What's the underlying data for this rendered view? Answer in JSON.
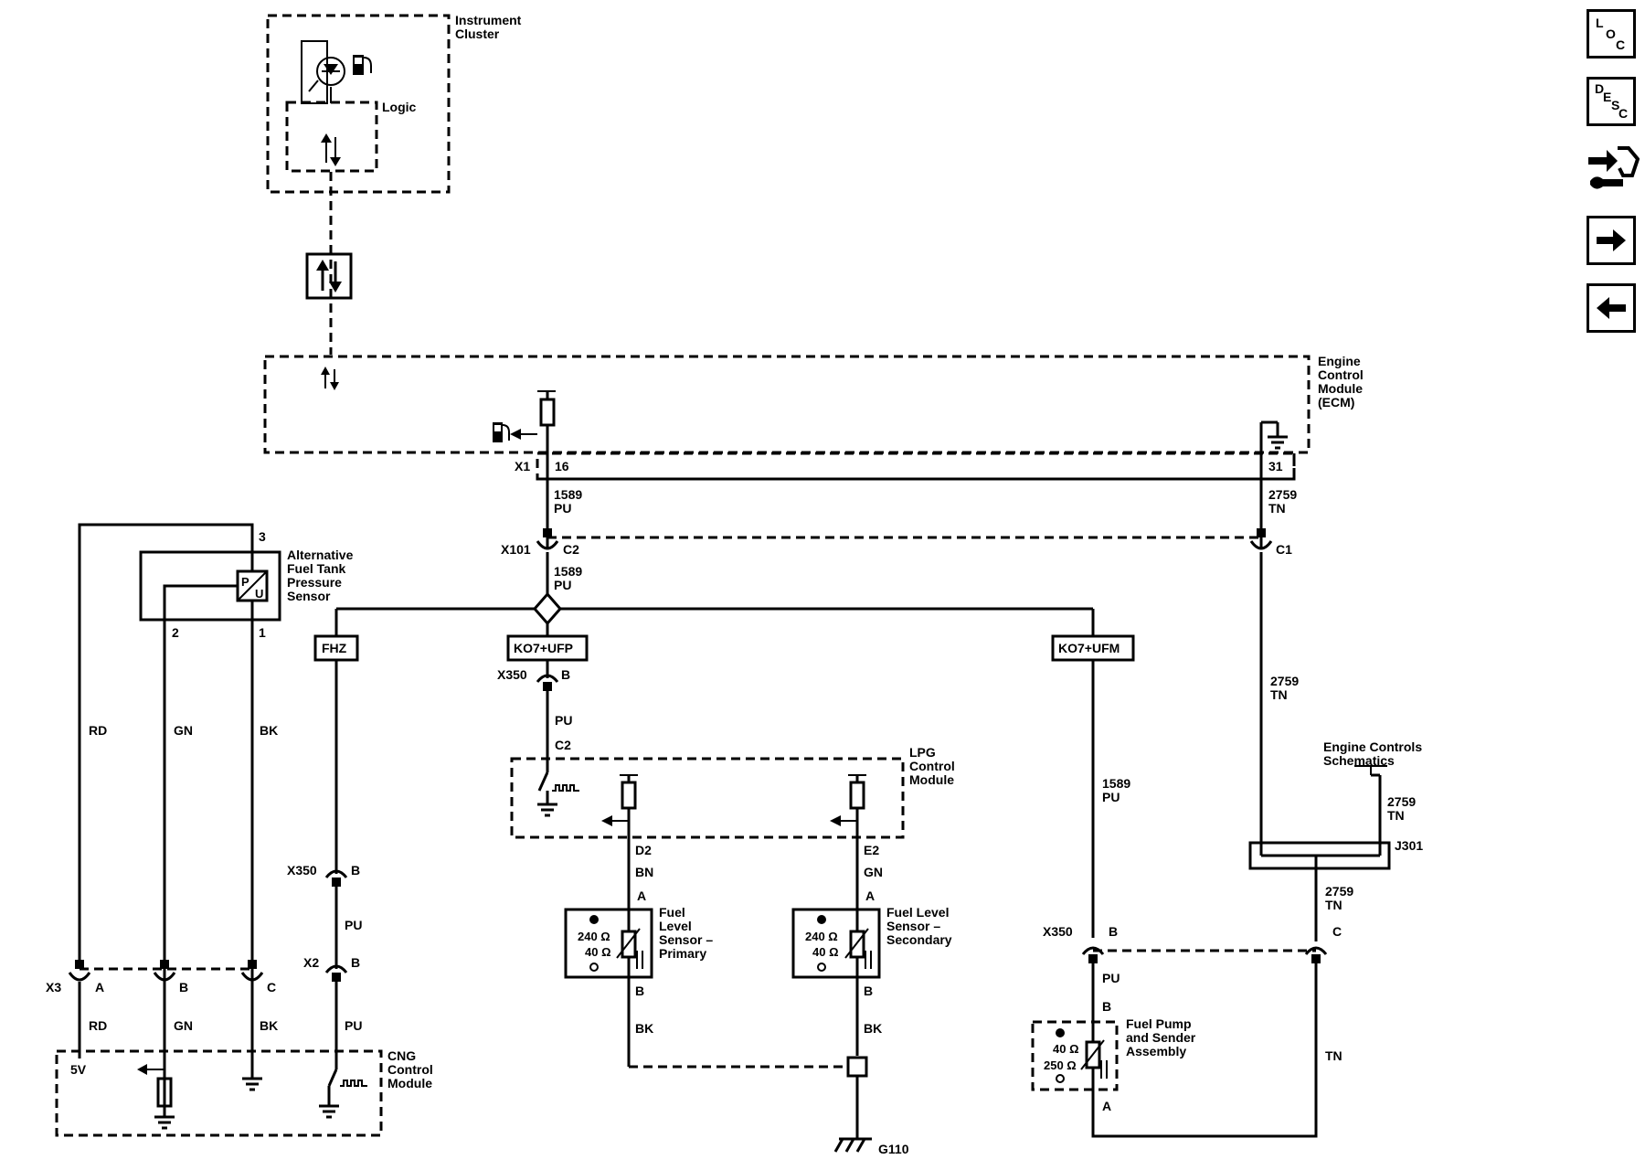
{
  "modules": {
    "instrument_cluster": "Instrument\nCluster",
    "logic": "Logic",
    "ecm": "Engine\nControl\nModule\n(ECM)",
    "alt_fuel_sensor": "Alternative\nFuel Tank\nPressure\nSensor",
    "lpg_module": "LPG\nControl\nModule",
    "cng_module": "CNG\nControl\nModule",
    "fuel_level_primary": "Fuel\nLevel\nSensor –\nPrimary",
    "fuel_level_secondary": "Fuel Level\nSensor –\nSecondary",
    "fuel_pump": "Fuel Pump\nand Sender\nAssembly",
    "engine_controls": "Engine Controls\nSchematics"
  },
  "options": {
    "fhz": "FHZ",
    "ko7_ufp": "KO7+UFP",
    "ko7_ufm": "KO7+UFM"
  },
  "connectors": {
    "x1": "X1",
    "x101": "X101",
    "x350": "X350",
    "x2": "X2",
    "x3": "X3",
    "j301": "J301",
    "g110": "G110"
  },
  "pins": {
    "p16": "16",
    "p31": "31",
    "c1": "C1",
    "c2": "C2",
    "b": "B",
    "a": "A",
    "c": "C",
    "d2": "D2",
    "e2": "E2",
    "p1": "1",
    "p2": "2",
    "p3": "3",
    "v5": "5V"
  },
  "wires": {
    "c1589": "1589",
    "c2759": "2759",
    "pu": "PU",
    "tn": "TN",
    "rd": "RD",
    "gn": "GN",
    "bk": "BK",
    "bn": "BN"
  },
  "values": {
    "r240": "240 Ω",
    "r40": "40 Ω",
    "r250": "250 Ω",
    "pu_sym": "P\nU"
  },
  "nav": {
    "loc": {
      "t1": "L",
      "t2": "O",
      "t3": "C"
    },
    "desc": {
      "t1": "D",
      "t2": "E",
      "t3": "S",
      "t4": "C"
    },
    "icons": [
      "loc-icon",
      "desc-icon",
      "service-icon",
      "next-arrow-icon",
      "back-arrow-icon"
    ]
  }
}
